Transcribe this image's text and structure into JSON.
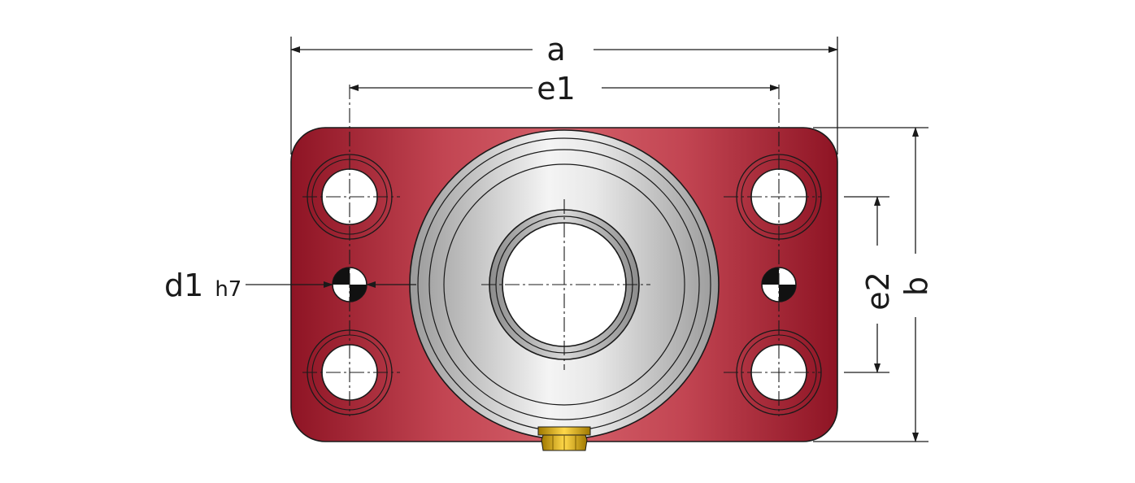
{
  "labels": {
    "a": "a",
    "e1": "e1",
    "b": "b",
    "e2": "e2",
    "d1": "d1",
    "d1_tol": "h7"
  },
  "colors": {
    "housing_dark": "#8e1424",
    "housing_light": "#c9454f",
    "insert_light": "#f2f2f2",
    "insert_mid": "#c8c8c8",
    "insert_dark": "#9a9a9a",
    "nipple": "#e0b21a",
    "line": "#1a1a1a"
  }
}
